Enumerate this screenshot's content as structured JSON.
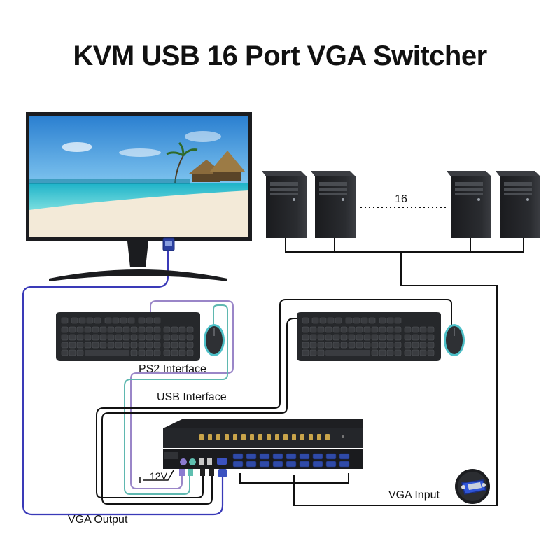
{
  "title": "KVM USB 16 Port VGA Switcher",
  "labels": {
    "count": "16",
    "ps2": "PS2 Interface",
    "usb": "USB Interface",
    "power": "12V",
    "vga_input": "VGA Input",
    "vga_output": "VGA Output"
  },
  "colors": {
    "vga_cable": "#3a3ab8",
    "ps2_cable": "#9a86c8",
    "usb_cable": "#5fb8b0",
    "black_cable": "#111111",
    "device_body": "#1e1f22"
  },
  "icons": [
    "monitor-icon",
    "computer-tower-icon",
    "keyboard-icon",
    "mouse-icon",
    "kvm-switch-icon",
    "vga-connector-icon"
  ]
}
